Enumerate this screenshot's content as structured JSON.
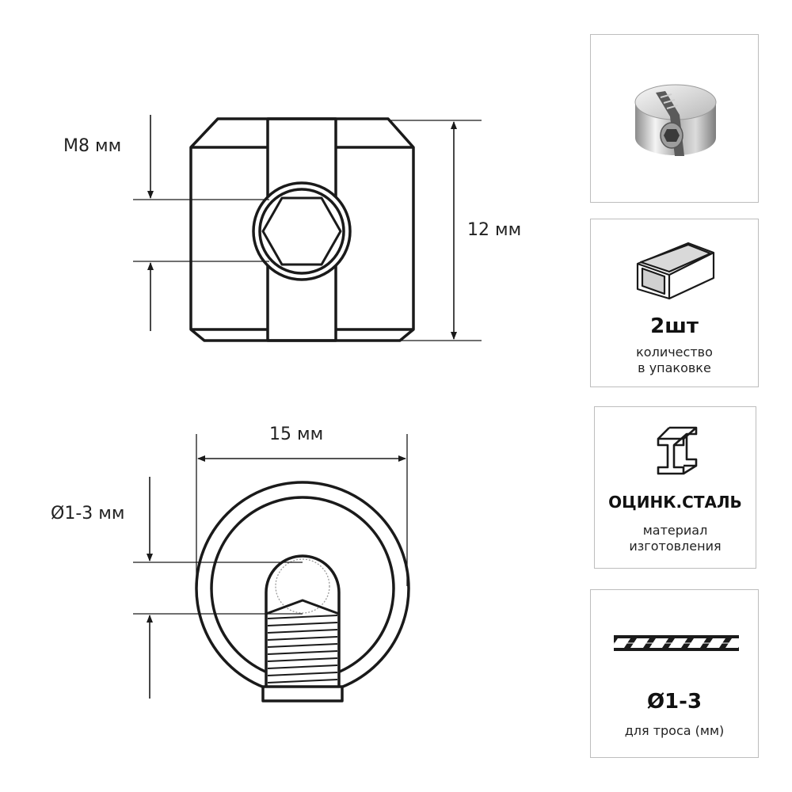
{
  "dimensions": {
    "thread": "M8 мм",
    "height": "12 мм",
    "diameter": "15 мм",
    "cable": "Ø1-3 мм"
  },
  "cards": {
    "photo": {
      "icon": "cable-stop-photo-icon"
    },
    "quantity": {
      "value": "2шт",
      "caption_line1": "количество",
      "caption_line2": "в упаковке",
      "icon": "package-box-icon"
    },
    "material": {
      "value": "ОЦИНК.СТАЛЬ",
      "caption_line1": "материал",
      "caption_line2": "изготовления",
      "icon": "steel-beam-icon"
    },
    "cable": {
      "value": "Ø1-3",
      "caption_line1": "для троса (мм)",
      "icon": "wire-rope-icon"
    }
  },
  "colors": {
    "line": "#1a1a1a",
    "border": "#bdbdbd"
  }
}
